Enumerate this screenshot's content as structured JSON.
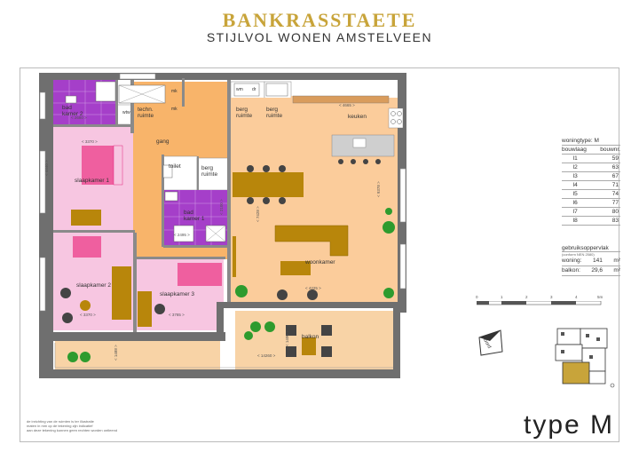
{
  "header": {
    "brand": "BANKRASSTAETE",
    "subtitle": "STIJLVOL WONEN AMSTELVEEN"
  },
  "colors": {
    "brand_gold": "#c8a43a",
    "wall": "#6f6f6f",
    "bedroom_pink": "#f7c6e1",
    "living_peach": "#fbcc9b",
    "corridor_orange": "#f8b46a",
    "bathroom_purple": "#a53fc9",
    "balcony_peach": "#f8d3a6",
    "furniture_olive": "#b8860b",
    "bed_pink": "#ef5f9f",
    "plant_green": "#2e9b2e"
  },
  "rooms": {
    "badkamer2": "bad\nkamer 2",
    "techn": "techn.\nruimte",
    "wtw": "wtw",
    "mk": "mk",
    "gang": "gang",
    "berg1": "berg\nruimte",
    "berg2": "berg\nruimte",
    "wm": "wm",
    "dr": "dr",
    "keuken": "keuken",
    "slaapkamer1": "slaapkamer 1",
    "toilet": "toilet",
    "berg3": "berg\nruimte",
    "badkamer1": "bad\nkamer 1",
    "slaapkamer2": "slaapkamer 2",
    "slaapkamer3": "slaapkamer 3",
    "woonkamer": "woonkamer",
    "balkon": "balkon"
  },
  "dims": {
    "d2680": "< 2680 >",
    "d3370a": "< 3370 >",
    "d4440": "< 4440 >",
    "d4665": "< 4665 >",
    "d9378": "< 9378 >",
    "d7428": "< 7428 >",
    "d2495": "< 2495 >",
    "d2100": "< 2100 >",
    "d3370b": "< 3370 >",
    "d3785": "< 3785 >",
    "d4225": "< 4225 >",
    "d14260": "< 14260 >",
    "d1488": "< 1488 >",
    "d1400": "< 1400 >"
  },
  "woningtype": {
    "label": "woningtype: M",
    "header_left": "bouwlaag",
    "header_right": "bouwnr.",
    "rows": [
      {
        "level": "I1",
        "nr": "59"
      },
      {
        "level": "I2",
        "nr": "63"
      },
      {
        "level": "I3",
        "nr": "67"
      },
      {
        "level": "I4",
        "nr": "71"
      },
      {
        "level": "I5",
        "nr": "74"
      },
      {
        "level": "I6",
        "nr": "77"
      },
      {
        "level": "I7",
        "nr": "80"
      },
      {
        "level": "I8",
        "nr": "83"
      }
    ]
  },
  "area": {
    "title": "gebruiksoppervlak",
    "subtitle": "(conform NEN 2580)",
    "woning_label": "woning:",
    "woning_value": "141",
    "woning_unit": "m²",
    "balkon_label": "balkon:",
    "balkon_value": "29,6",
    "balkon_unit": "m²"
  },
  "scale": {
    "labels": [
      "0",
      "1",
      "2",
      "3",
      "4",
      "5m"
    ]
  },
  "compass": {
    "label": "noord"
  },
  "footer": {
    "type_label": "type M",
    "disclaimer": "de inrichting van de ruimten is ter illustratie\nmaten in mm op de tekening zijn indicatief\naan deze tekening kunnen geen rechten worden ontleend"
  }
}
